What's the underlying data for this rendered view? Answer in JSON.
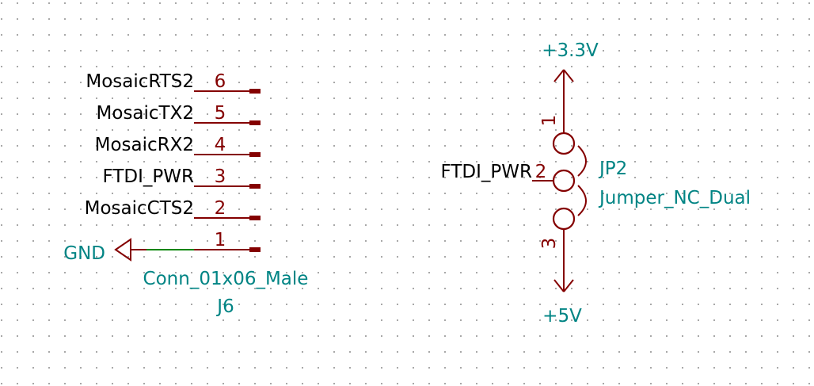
{
  "connector": {
    "pins": [
      {
        "net": "MosaicRTS2",
        "number": "6"
      },
      {
        "net": "MosaicTX2",
        "number": "5"
      },
      {
        "net": "MosaicRX2",
        "number": "4"
      },
      {
        "net": "FTDI_PWR",
        "number": "3"
      },
      {
        "net": "MosaicCTS2",
        "number": "2"
      },
      {
        "net": "GND",
        "number": "1"
      }
    ],
    "value": "Conn_01x06_Male",
    "reference": "J6"
  },
  "jumper": {
    "reference": "JP2",
    "value": "Jumper_NC_Dual",
    "pin1": "1",
    "pin2": "2",
    "pin3": "3",
    "common_net": "FTDI_PWR"
  },
  "power": {
    "top": "+3.3V",
    "bottom": "+5V"
  },
  "colors": {
    "component": "#840000",
    "label": "#008484",
    "wire": "#008400",
    "net": "#000000",
    "grid": "#9a9a9a"
  }
}
